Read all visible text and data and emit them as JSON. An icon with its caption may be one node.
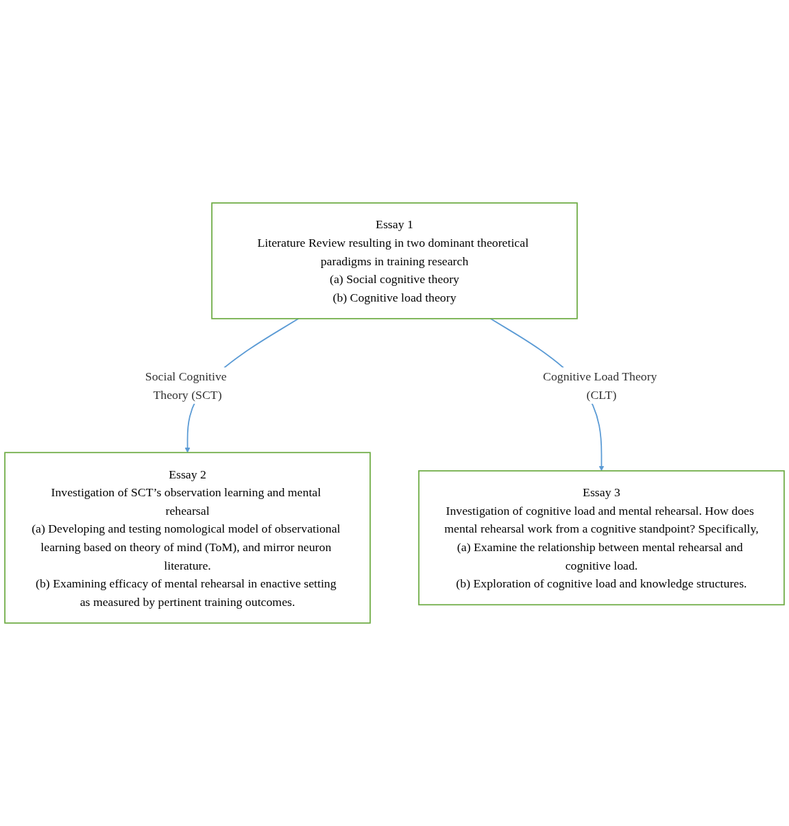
{
  "diagram": {
    "nodes": [
      {
        "text": [
          "Essay 1",
          "Literature Review resulting in two dominant theoretical paradigms in training research",
          "(a) Social cognitive theory",
          "(b) Cognitive load theory"
        ]
      },
      {
        "text": [
          "Essay 2",
          "Investigation of SCT’s observation learning and mental rehearsal",
          "(a) Developing and testing nomological model of observational learning based on theory of mind (ToM), and mirror neuron literature.",
          "(b) Examining efficacy of mental rehearsal in enactive setting as measured by pertinent training outcomes."
        ]
      },
      {
        "text": [
          "Essay 3",
          "Investigation of cognitive load and mental rehearsal. How does mental rehearsal work from a cognitive standpoint? Specifically,",
          "(a) Examine the relationship between mental rehearsal and cognitive load.",
          "(b) Exploration of cognitive load and knowledge structures."
        ]
      }
    ],
    "edges": [
      {
        "from": 0,
        "to": 1,
        "arrow": "to",
        "label": "Social Cognitive Theory (SCT)"
      },
      {
        "from": 0,
        "to": 2,
        "arrow": "to",
        "label": "Cognitive Load Theory (CLT)"
      }
    ]
  }
}
